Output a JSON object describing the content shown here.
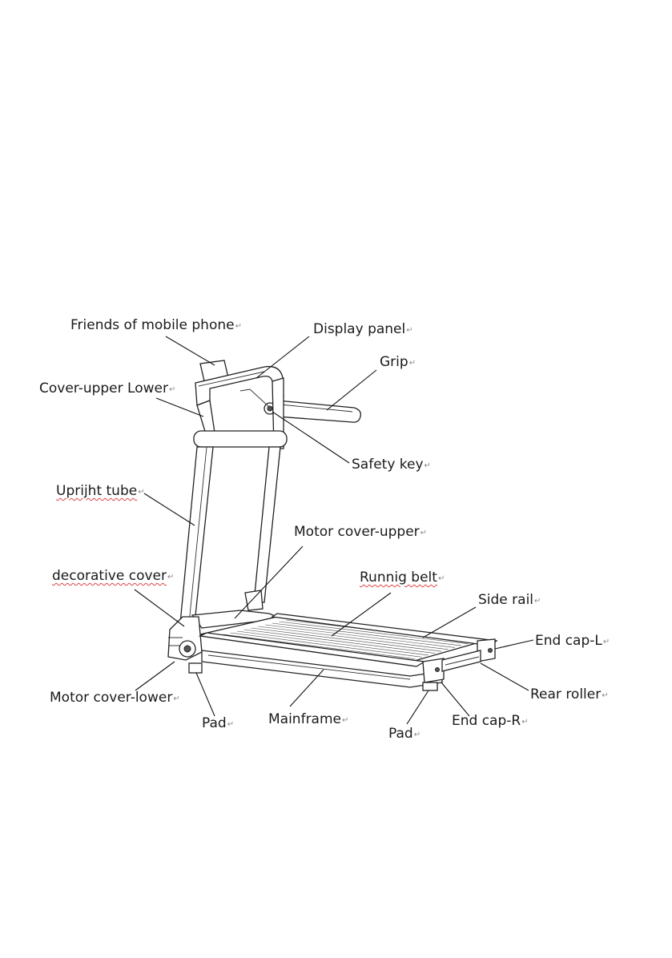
{
  "labels": {
    "phone_holder": "Friends of mobile phone",
    "display_panel": "Display panel",
    "grip": "Grip",
    "cover_upper_lower": "Cover-upper Lower",
    "safety_key": "Safety key",
    "upright_tube": "Uprijht tube",
    "motor_cover_upper": "Motor cover-upper",
    "decorative_cover": "decorative cover",
    "running_belt": "Runnig belt",
    "side_rail": "Side rail",
    "end_cap_l": "End cap-L",
    "motor_cover_lower": "Motor cover-lower",
    "rear_roller": "Rear roller",
    "pad_front": "Pad",
    "mainframe": "Mainframe",
    "pad_rear": "Pad",
    "end_cap_r": "End cap-R"
  },
  "paragraph_mark": "↵"
}
